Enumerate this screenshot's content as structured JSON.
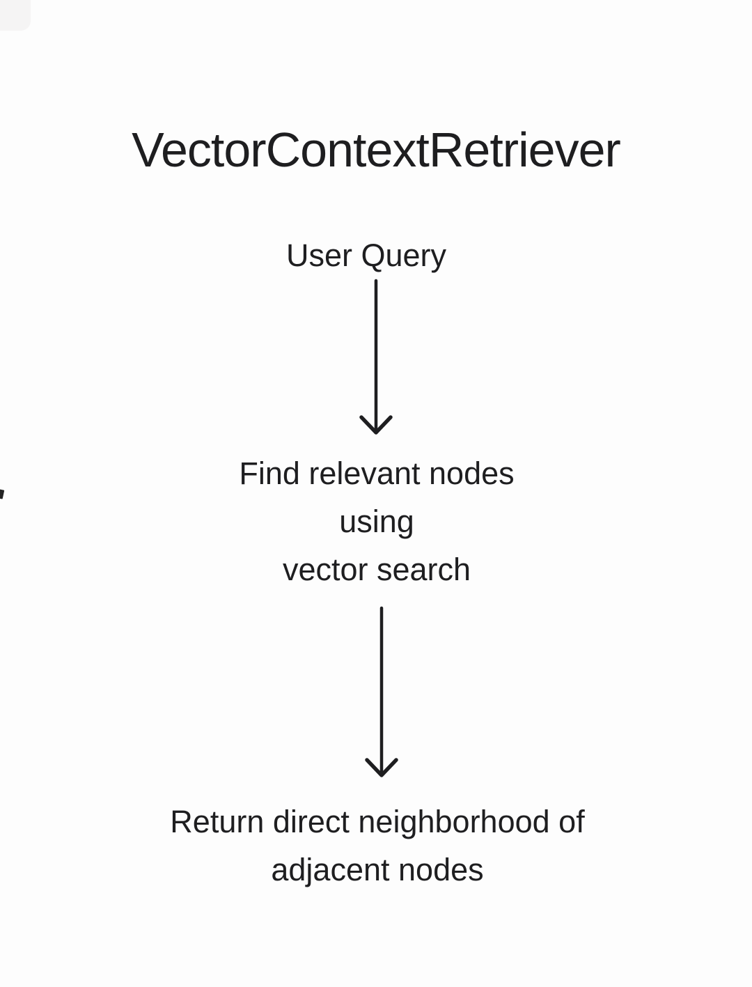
{
  "page": {
    "background_color": "#fdfdfd",
    "text_color": "#1e1e20"
  },
  "diagram": {
    "title": "VectorContextRetriever",
    "nodes": [
      {
        "id": "user-query",
        "label": "User Query"
      },
      {
        "id": "find-relevant-nodes",
        "label": "Find relevant nodes\nusing\nvector search"
      },
      {
        "id": "return-neighborhood",
        "label": "Return direct neighborhood of\nadjacent nodes"
      }
    ],
    "edges": [
      {
        "from": "user-query",
        "to": "find-relevant-nodes",
        "type": "arrow-down"
      },
      {
        "from": "find-relevant-nodes",
        "to": "return-neighborhood",
        "type": "arrow-down"
      }
    ]
  }
}
